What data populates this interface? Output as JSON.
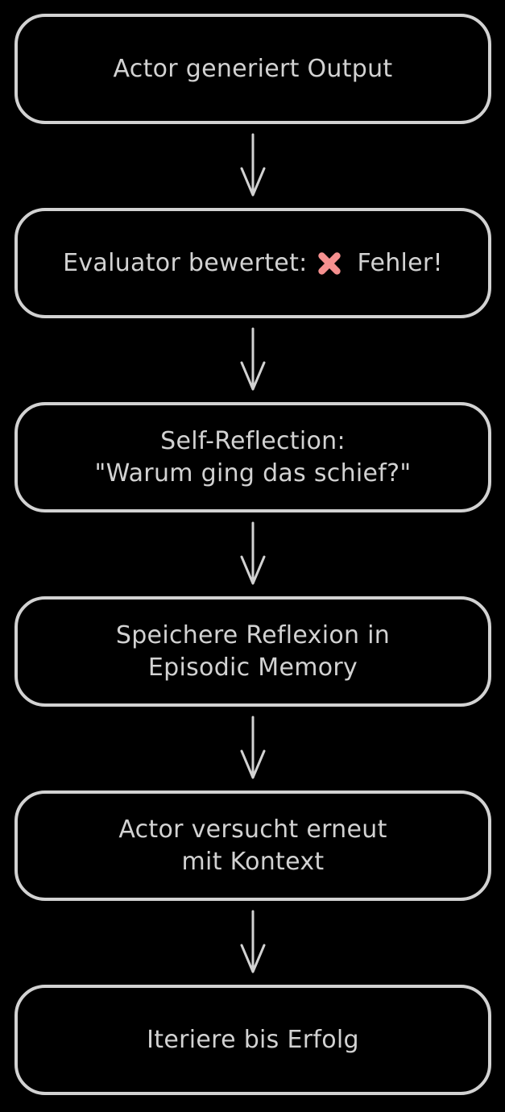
{
  "diagram": {
    "background_color": "#000000",
    "stroke_color": "#d2d2d2",
    "text_color": "#d2d2d2",
    "error_icon_color": "#f5908f",
    "connector_style": "open-arrow-down",
    "nodes": [
      {
        "id": "actor-generates-output",
        "lines": [
          "Actor generiert Output"
        ]
      },
      {
        "id": "evaluator-error",
        "text_before_icon": "Evaluator bewertet:",
        "icon": "cross-mark-icon",
        "text_after_icon": "Fehler!"
      },
      {
        "id": "self-reflection",
        "lines": [
          "Self-Reflection:",
          "\"Warum ging das schief?\""
        ]
      },
      {
        "id": "store-reflection",
        "lines": [
          "Speichere Reflexion in",
          "Episodic Memory"
        ]
      },
      {
        "id": "actor-retries",
        "lines": [
          "Actor versucht erneut",
          "mit Kontext"
        ]
      },
      {
        "id": "iterate-until-success",
        "lines": [
          "Iteriere bis Erfolg"
        ]
      }
    ]
  }
}
